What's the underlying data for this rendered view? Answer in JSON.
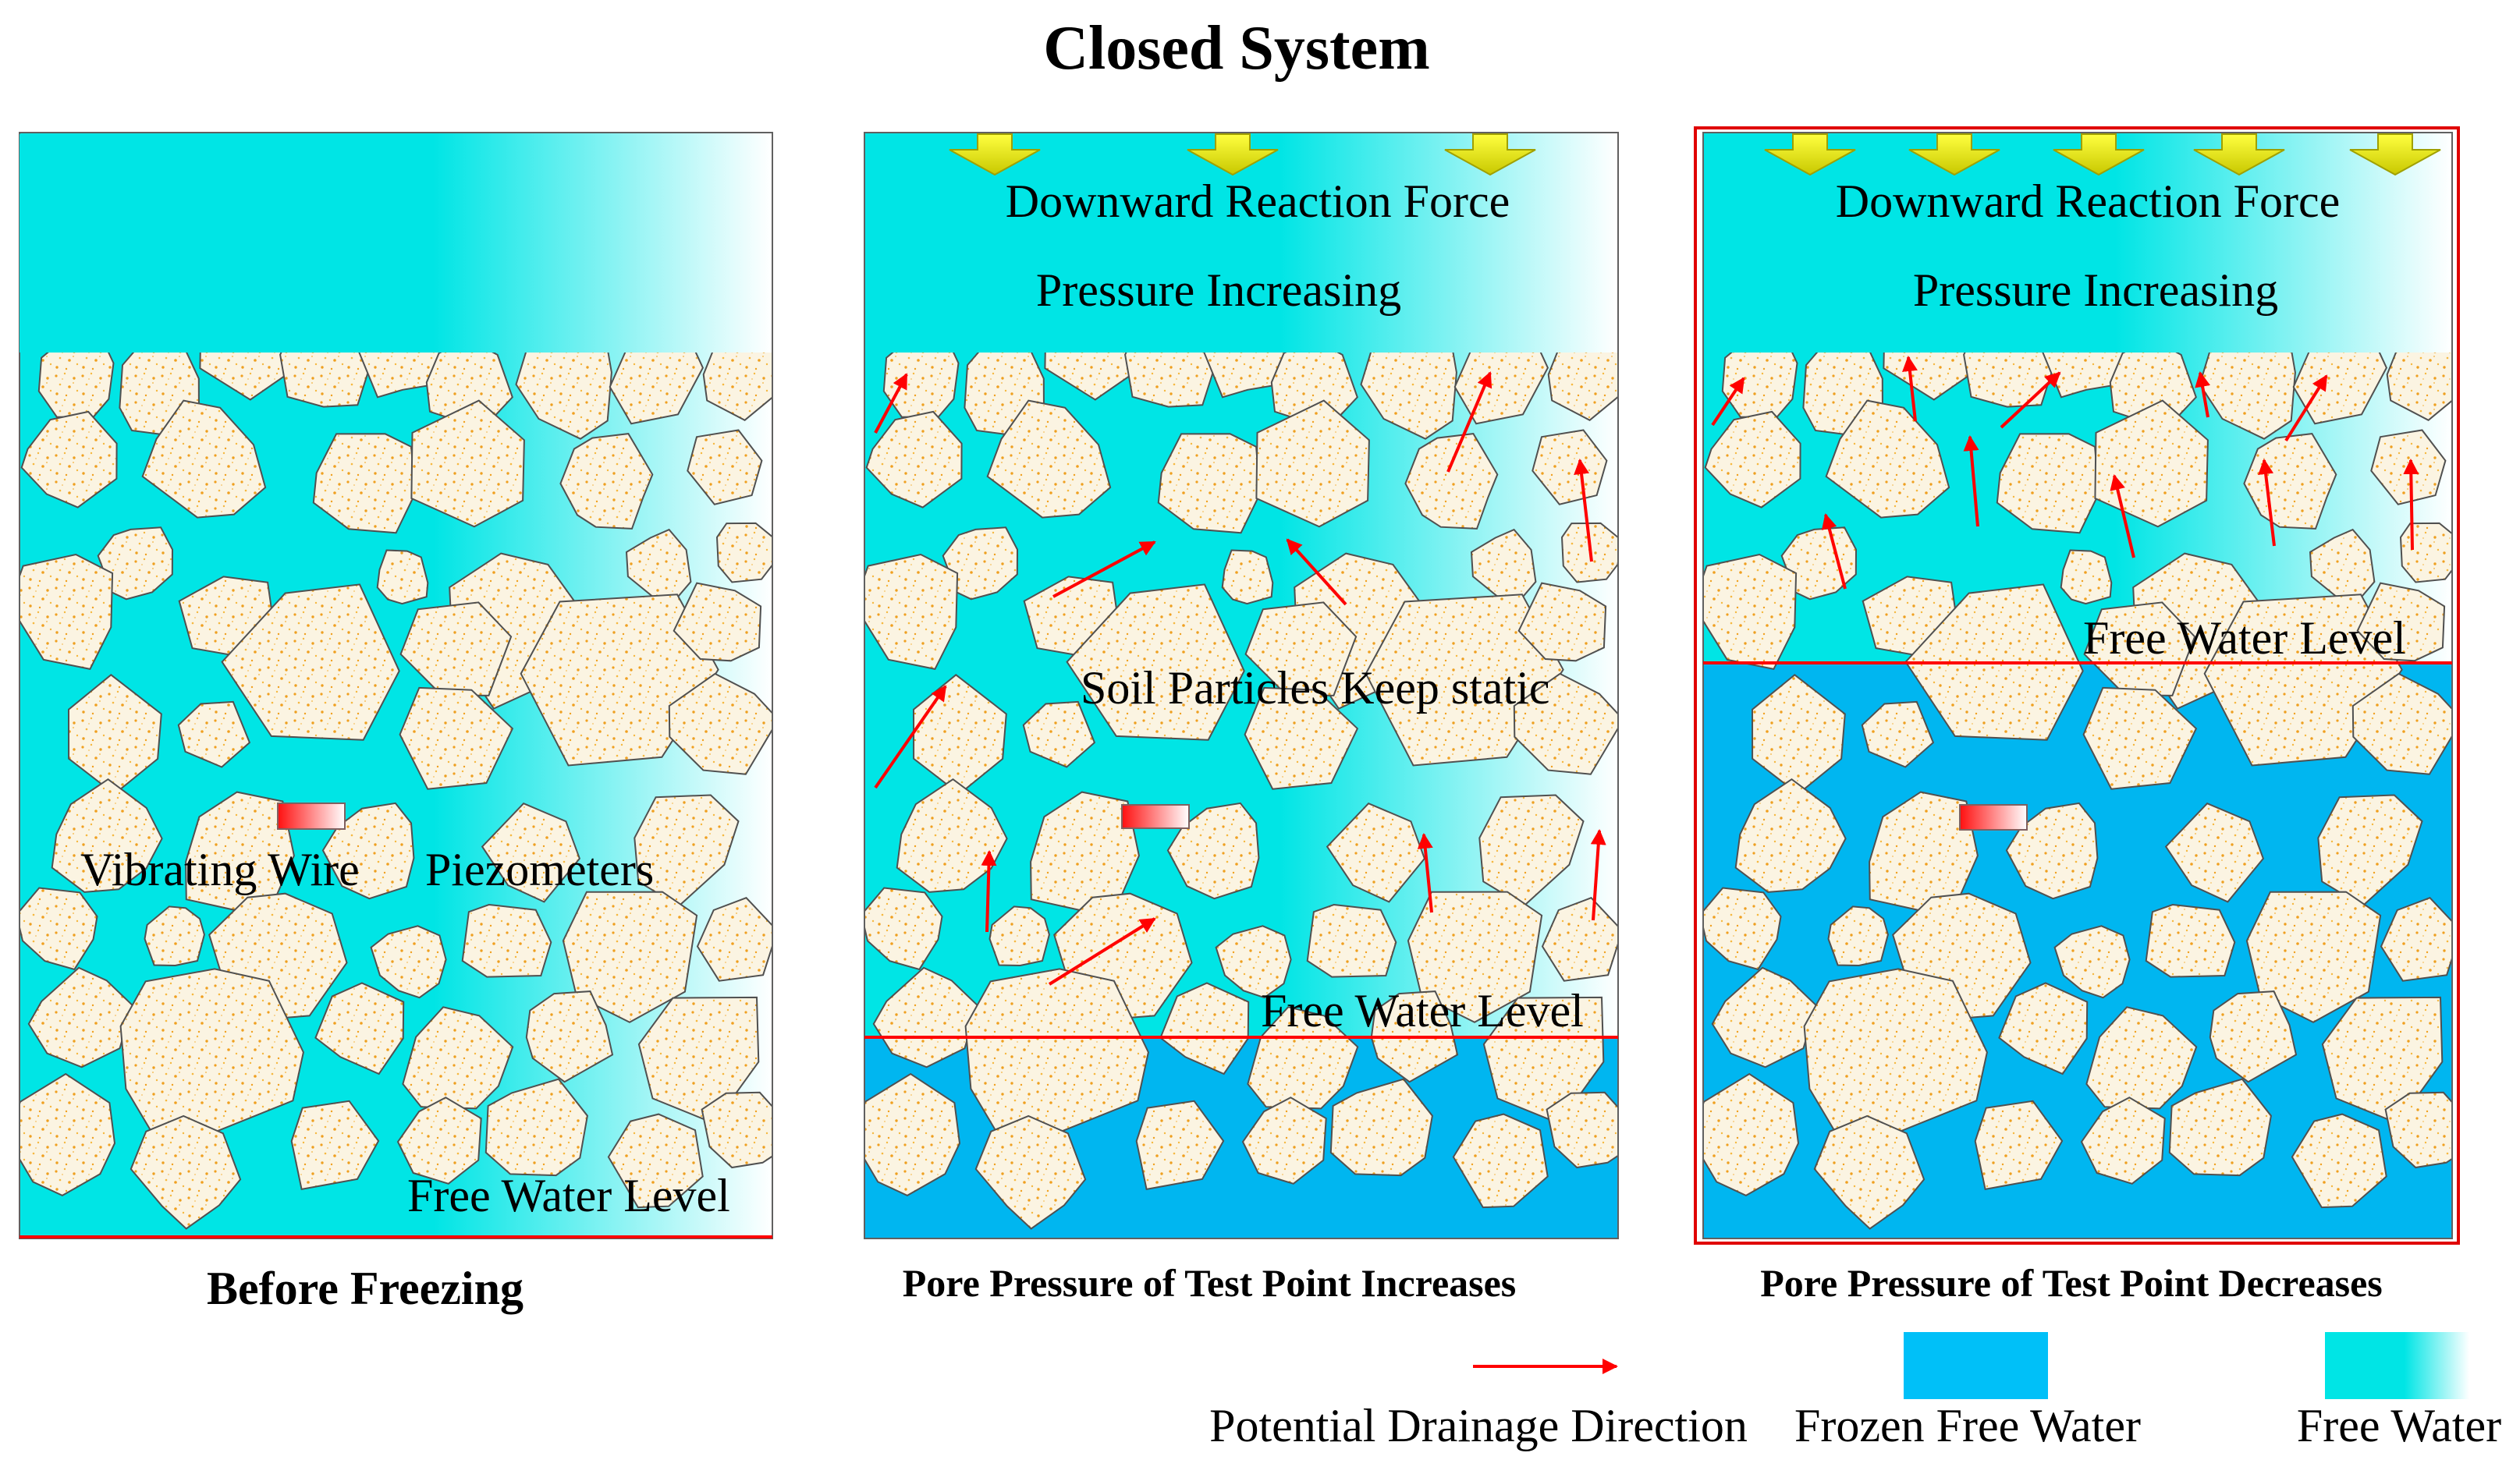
{
  "title": "Closed System",
  "panels": [
    {
      "id": "before",
      "caption": "Before Freezing",
      "water_level_label": "Free Water Level",
      "sensor_label_1": "Vibrating Wire",
      "sensor_label_2": "Piezometers"
    },
    {
      "id": "increase",
      "caption": "Pore Pressure of  Test Point Increases",
      "force_label": "Downward Reaction Force",
      "pressure_label": "Pressure Increasing",
      "static_label": "Soil Particles Keep static",
      "water_level_label": "Free Water Level"
    },
    {
      "id": "decrease",
      "caption": "Pore Pressure of  Test Point Decreases",
      "force_label": "Downward Reaction Force",
      "pressure_label": "Pressure Increasing",
      "water_level_label": "Free Water Level"
    }
  ],
  "legend": {
    "drainage": "Potential Drainage Direction",
    "frozen": "Frozen Free Water",
    "free": "Free Water"
  },
  "colors": {
    "free_water": "#00e5e5",
    "frozen_water": "#00b6f0",
    "soil": "#fbf4e2",
    "soil_dots": "#f0a020",
    "arrow": "#ff0000",
    "force_arrow": "#e8e800",
    "highlight_frame": "#e00000"
  }
}
